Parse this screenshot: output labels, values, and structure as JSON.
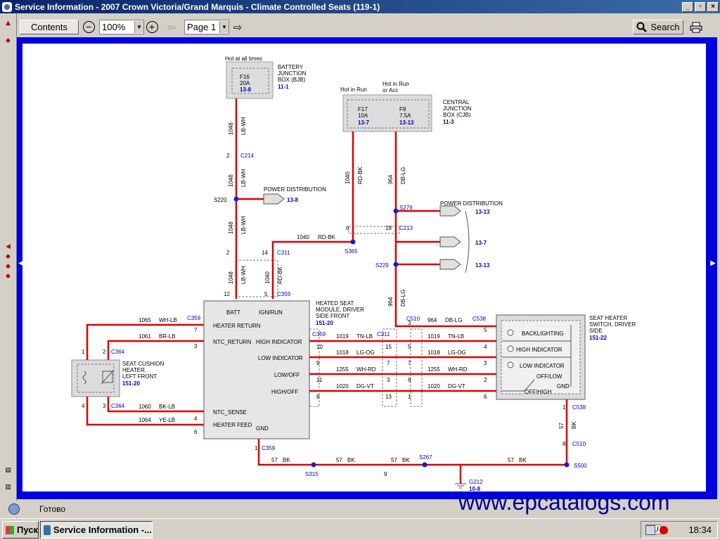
{
  "window": {
    "title": "Service Information - 2007 Crown Victoria/Grand Marquis - Climate Controlled Seats (119-1)",
    "minimize": "_",
    "maximize": "▫",
    "close": "×"
  },
  "toolbar": {
    "contents_label": "Contents",
    "zoom_out": "−",
    "zoom_value": "100%",
    "zoom_in": "+",
    "page_value": "Page 1",
    "search_label": "Search"
  },
  "status": {
    "text": "Готово"
  },
  "taskbar": {
    "start_label": "Пуск",
    "task_label": "Service Information -...",
    "lang": "RU",
    "clock": "18:34"
  },
  "watermark": "www.epcatalogs.com",
  "diagram": {
    "bjb": {
      "hot": "Hot at all times",
      "fuse": "F16",
      "amp": "20A",
      "ref": "13-8",
      "name1": "BATTERY",
      "name2": "JUNCTION",
      "name3": "BOX (BJB)",
      "page": "11-1"
    },
    "cjb": {
      "hot1": "Hot in Run",
      "hot2a": "Hot in Run",
      "hot2b": "or Acc",
      "fuse1": "F17",
      "amp1": "10A",
      "ref1": "13-7",
      "fuse2": "F9",
      "amp2": "7.5A",
      "ref2": "13-13",
      "name1": "CENTRAL",
      "name2": "JUNCTION",
      "name3": "BOX (CJB)",
      "page": "11-3"
    },
    "w1048": "1048",
    "lbwh": "LB-WH",
    "w1040": "1040",
    "rdbk": "RD-BK",
    "w964": "964",
    "dblg": "DB-LG",
    "c214": "C214",
    "p2": "2",
    "s220": "S220",
    "pd1": "POWER DISTRIBUTION",
    "pd1ref": "13-8",
    "s279": "S279",
    "pd2": "POWER DISTRIBUTION",
    "pd2ref": "13-13",
    "c213": "C213",
    "p6": "6",
    "p18": "18",
    "s365": "S365",
    "c311top": "C311",
    "p14": "14",
    "ref137": "13-7",
    "s229": "S229",
    "ref1313": "13-13",
    "c359top": "C359",
    "p12": "12",
    "p5": "5",
    "hsm": {
      "name1": "HEATED SEAT",
      "name2": "MODULE, DRIVER",
      "name3": "SIDE FRONT",
      "page": "151-20",
      "batt": "BATT",
      "ign": "IGN/RUN",
      "heatret": "HEATER RETURN",
      "ntcret": "NTC_RETURN",
      "highind": "HIGH INDICATOR",
      "lowind": "LOW INDICATOR",
      "lowoff": "LOW/OFF",
      "highoff": "HIGH/OFF",
      "ntcsense": "NTC_SENSE",
      "heatfeed": "HEATER FEED",
      "gnd": "GND"
    },
    "seat": {
      "name1": "SEAT CUSHION",
      "name2": "HEATER,",
      "name3": "LEFT FRONT",
      "page": "151-20"
    },
    "sw": {
      "name1": "SEAT HEATER",
      "name2": "SWITCH, DRIVER",
      "name3": "SIDE",
      "page": "151-22",
      "backl": "BACKLIGHTING",
      "highind": "HIGH INDICATOR",
      "lowind": "LOW INDICATOR",
      "offlow": "OFF/LOW",
      "gnd": "GND",
      "offhigh": "OFF/HIGH"
    },
    "c359": "C359",
    "c364": "C364",
    "c311": "C311",
    "c510": "C510",
    "c538": "C538",
    "n1065": "1065",
    "whlb": "WH-LB",
    "n1061": "1061",
    "brlb": "BR-LB",
    "n1060": "1060",
    "bklb": "BK-LB",
    "n1064": "1064",
    "yelb": "YE-LB",
    "n1019": "1019",
    "tnlb": "TN-LB",
    "n1018": "1018",
    "lgog": "LG-OG",
    "n1255": "1255",
    "whrd": "WH-RD",
    "n1020": "1020",
    "dgvt": "DG-VT",
    "n57": "57",
    "bk": "BK",
    "s315": "S315",
    "s267": "S267",
    "s500": "S500",
    "g212": "G212",
    "g212ref": "10-8",
    "p1": "1",
    "p3": "3",
    "p4": "4",
    "p7": "7",
    "p8": "8",
    "p9": "9",
    "p10": "10",
    "p11": "11",
    "p13": "13",
    "p15": "15"
  }
}
